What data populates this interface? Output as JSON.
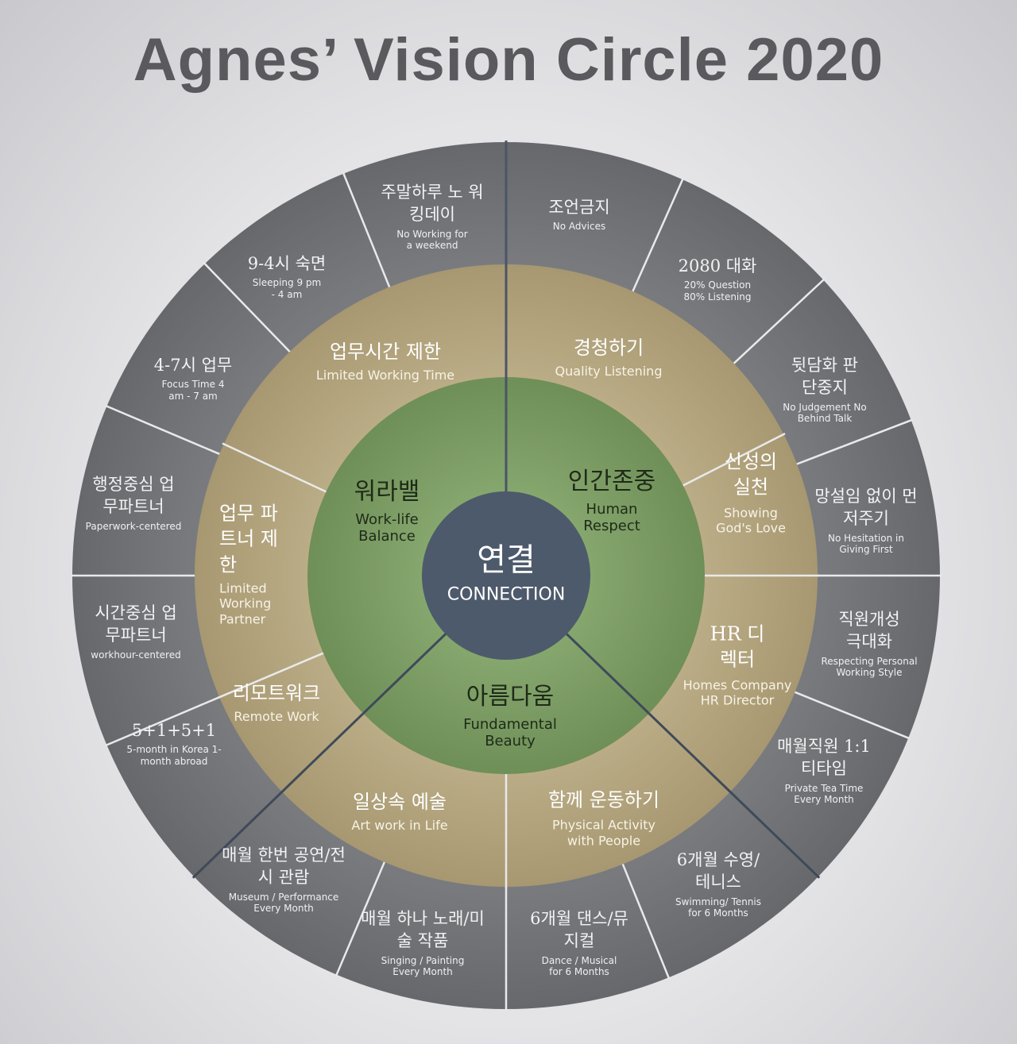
{
  "title": "Agnes’ Vision Circle  2020",
  "colors": {
    "outer": "#727478",
    "middle": "#b6a782",
    "inner": "#7f9f67",
    "core": "#4d5a6b",
    "divider": "#e9e9ea",
    "core_divider": "#3e4a5a"
  },
  "center": {
    "ko": "연결",
    "en": "CONNECTION"
  },
  "inner": [
    {
      "ko": "워라밸",
      "en": "Work-life Balance"
    },
    {
      "ko": "인간존중",
      "en": "Human Respect"
    },
    {
      "ko": "아름다움",
      "en": "Fundamental Beauty"
    }
  ],
  "middle": [
    {
      "ko": "업무시간 제한",
      "en": "Limited  Working Time"
    },
    {
      "ko": "경청하기",
      "en": "Quality Listening"
    },
    {
      "ko": "신성의 실천",
      "en": "Showing God's Love"
    },
    {
      "ko": "HR 디렉터",
      "en": "Homes Company HR Director"
    },
    {
      "ko": "함께 운동하기",
      "en": "Physical Activity with People"
    },
    {
      "ko": "일상속 예술",
      "en": "Art work in Life"
    },
    {
      "ko": "리모트워크",
      "en": "Remote Work"
    },
    {
      "ko": "업무 파트너 제한",
      "en": "Limited Working Partner"
    }
  ],
  "outer": [
    {
      "ko": "주말하루 노 워킹데이",
      "en": "No Working for a weekend"
    },
    {
      "ko": "조언금지",
      "en": "No Advices"
    },
    {
      "ko": "2080 대화",
      "en": "20% Question 80% Listening"
    },
    {
      "ko": "뒷담화 판단중지",
      "en": "No Judgement No Behind Talk"
    },
    {
      "ko": "망설임 없이 먼저주기",
      "en": "No Hesitation in Giving First"
    },
    {
      "ko": "직원개성 극대화",
      "en": "Respecting Personal Working Style"
    },
    {
      "ko": "매월직원 1:1 티타임",
      "en": "Private Tea Time Every Month"
    },
    {
      "ko": "6개월 수영/테니스",
      "en": "Swimming/ Tennis for 6 Months"
    },
    {
      "ko": "6개월 댄스/뮤지컬",
      "en": "Dance / Musical for 6 Months"
    },
    {
      "ko": "매월 하나 노래/미술 작품",
      "en": "Singing / Painting Every Month"
    },
    {
      "ko": "매월 한번 공연/전시 관람",
      "en": "Museum / Performance Every Month"
    },
    {
      "ko": "5+1+5+1",
      "en": "5-month in Korea 1-month abroad"
    },
    {
      "ko": "시간중심 업무파트너",
      "en": "workhour-centered"
    },
    {
      "ko": "행정중심 업무파트너",
      "en": "Paperwork-centered"
    },
    {
      "ko": "4-7시 업무",
      "en": "Focus Time 4 am - 7 am"
    },
    {
      "ko": "9-4시 숙면",
      "en": "Sleeping 9 pm - 4 am"
    }
  ]
}
